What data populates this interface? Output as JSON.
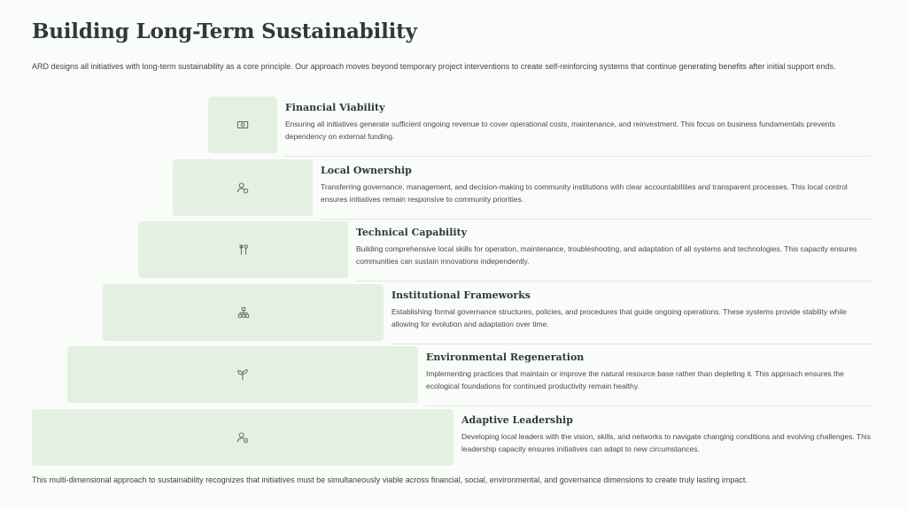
{
  "header": {
    "title": "Building Long-Term Sustainability",
    "intro": "ARD designs all initiatives with long-term sustainability as a core principle. Our approach moves beyond temporary project interventions to create self-reinforcing systems that continue generating benefits after initial support ends."
  },
  "tiers": [
    {
      "icon": "money-icon",
      "title": "Financial Viability",
      "description": "Ensuring all initiatives generate sufficient ongoing revenue to cover operational costs, maintenance, and reinvestment. This focus on business fundamentals prevents dependency on external funding."
    },
    {
      "icon": "user-shield-icon",
      "title": "Local Ownership",
      "description": "Transferring governance, management, and decision-making to community institutions with clear accountabilities and transparent processes. This local control ensures initiatives remain responsive to community priorities."
    },
    {
      "icon": "tools-icon",
      "title": "Technical Capability",
      "description": "Building comprehensive local skills for operation, maintenance, troubleshooting, and adaptation of all systems and technologies. This capacity ensures communities can sustain innovations independently."
    },
    {
      "icon": "sitemap-icon",
      "title": "Institutional Frameworks",
      "description": "Establishing formal governance structures, policies, and procedures that guide ongoing operations. These systems provide stability while allowing for evolution and adaptation over time."
    },
    {
      "icon": "seedling-icon",
      "title": "Environmental Regeneration",
      "description": "Implementing practices that maintain or improve the natural resource base rather than depleting it. This approach ensures the ecological foundations for continued productivity remain healthy."
    },
    {
      "icon": "user-compass-icon",
      "title": "Adaptive Leadership",
      "description": "Developing local leaders with the vision, skills, and networks to navigate changing conditions and evolving challenges. This leadership capacity ensures initiatives can adapt to new circumstances."
    }
  ],
  "footer": {
    "text": "This multi-dimensional approach to sustainability recognizes that initiatives must be simultaneously viable across financial, social, environmental, and governance dimensions to create truly lasting impact."
  },
  "colors": {
    "background": "#f9fcf8",
    "block": "#e4f0e2",
    "title": "#2f3a33",
    "icon": "#5b635d"
  }
}
